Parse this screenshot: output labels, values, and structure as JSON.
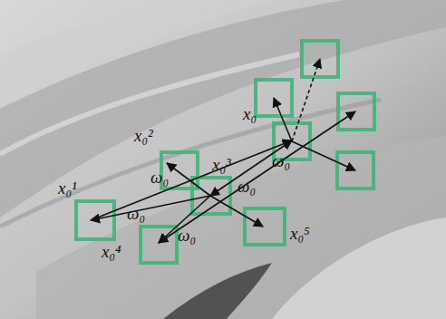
{
  "diagram": {
    "labels": [
      "x₀²",
      "x₀¹",
      "x₀⁴",
      "x₀⁵",
      "x₀³",
      "x₀",
      "ω₀",
      "ω₀",
      "ω₀",
      "ω₀",
      "ω₀"
    ]
  }
}
